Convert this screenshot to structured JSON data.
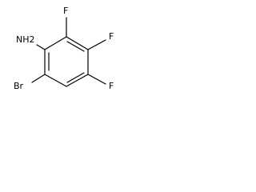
{
  "molecule": {
    "atoms": {
      "amine": "NH2",
      "fluorine_top": "F",
      "fluorine_right_upper": "F",
      "fluorine_right_lower": "F",
      "bromine": "Br"
    }
  },
  "colors": {
    "background": "#ffffff",
    "ink": "#000000"
  }
}
